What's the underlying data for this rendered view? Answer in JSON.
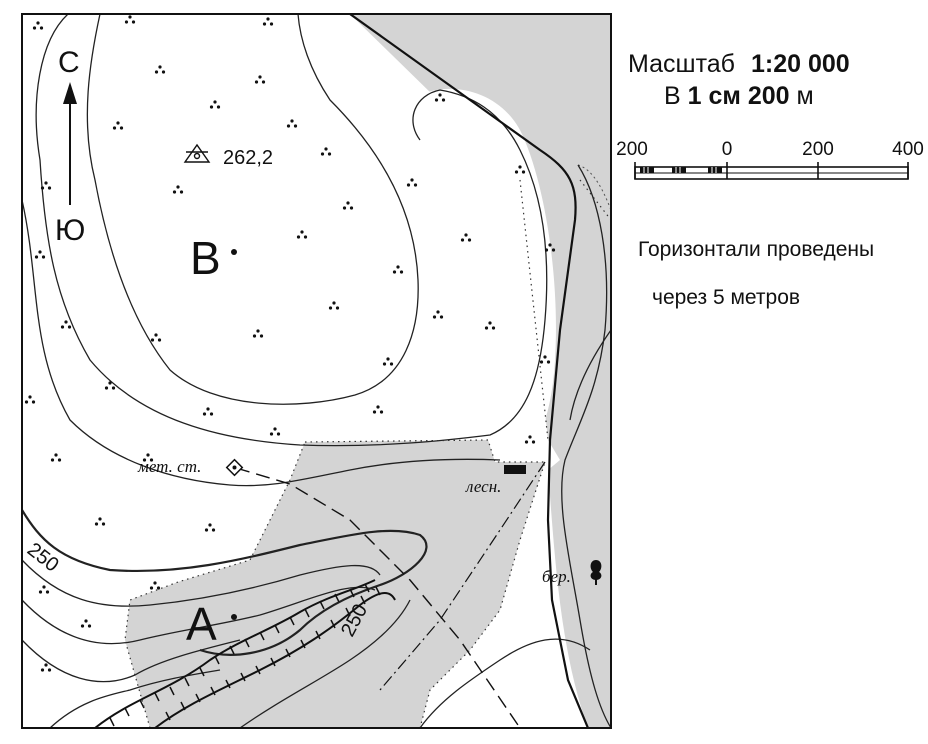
{
  "legend": {
    "scale_word": "Масштаб",
    "scale_ratio": "1:20 000",
    "scale_line_prefix": "В",
    "scale_line_cm": "1 см",
    "scale_line_value": "200",
    "scale_line_unit": "м",
    "bar_ticks": [
      "200",
      "0",
      "200",
      "400"
    ],
    "contour_line1": "Горизонтали проведены",
    "contour_line2": "через 5 метров"
  },
  "map": {
    "north_label": "С",
    "south_label": "Ю",
    "point_a": "А",
    "point_b": "В",
    "elevation_mark": "262,2",
    "weather_station": "мет. ст.",
    "forester_house": "лесн.",
    "birch_label": "бер.",
    "contour_250_a": "250",
    "contour_250_b": "250"
  },
  "colors": {
    "forest_fill": "#d4d4d4",
    "ink": "#111111"
  }
}
